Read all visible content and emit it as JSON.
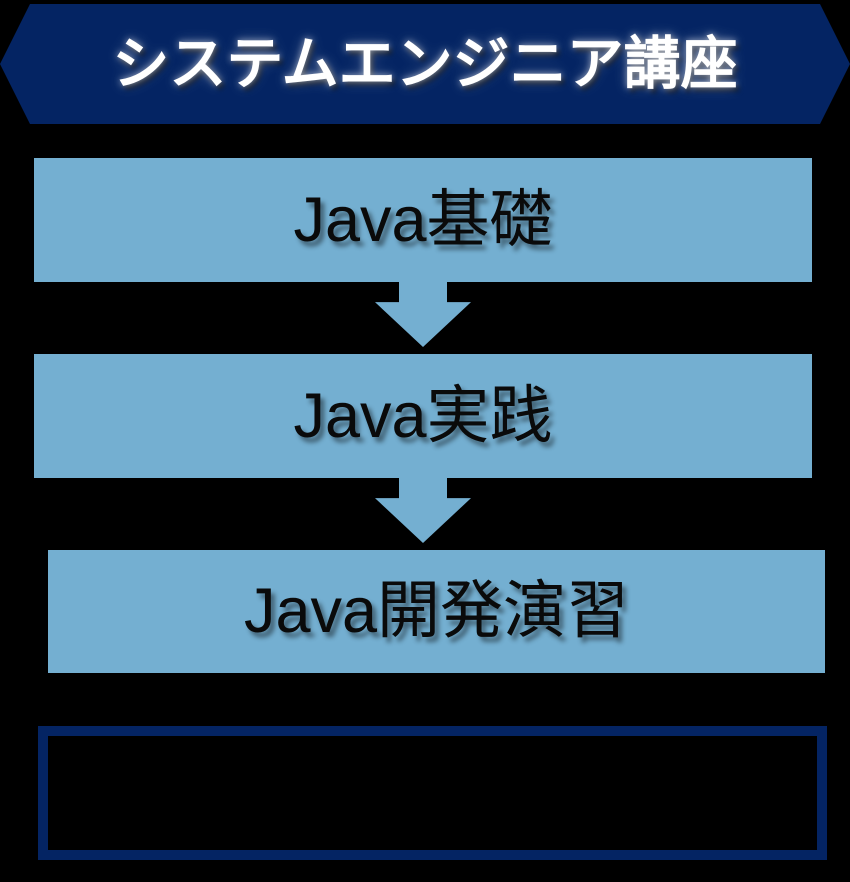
{
  "diagram": {
    "title": "システムエンジニア講座",
    "background_color": "#000000",
    "accent_navy": "#042463",
    "accent_blue": "#74AFD1",
    "banner": {
      "label": "システムエンジニア講座",
      "shape": "hexagon-banner",
      "fill": "#042463",
      "text_color": "#ffffff"
    },
    "steps": [
      {
        "label": "Java基礎",
        "fill": "#74AFD1",
        "text_color": "#0a0a0a"
      },
      {
        "label": "Java実践",
        "fill": "#74AFD1",
        "text_color": "#0a0a0a"
      },
      {
        "label": "Java開発演習",
        "fill": "#74AFD1",
        "text_color": "#0a0a0a"
      }
    ],
    "connectors": [
      {
        "icon": "arrow-down-icon",
        "fill": "#74AFD1"
      },
      {
        "icon": "arrow-down-icon",
        "fill": "#74AFD1"
      }
    ],
    "note_box": {
      "label": "",
      "border_color": "#042463",
      "fill": "transparent"
    }
  }
}
